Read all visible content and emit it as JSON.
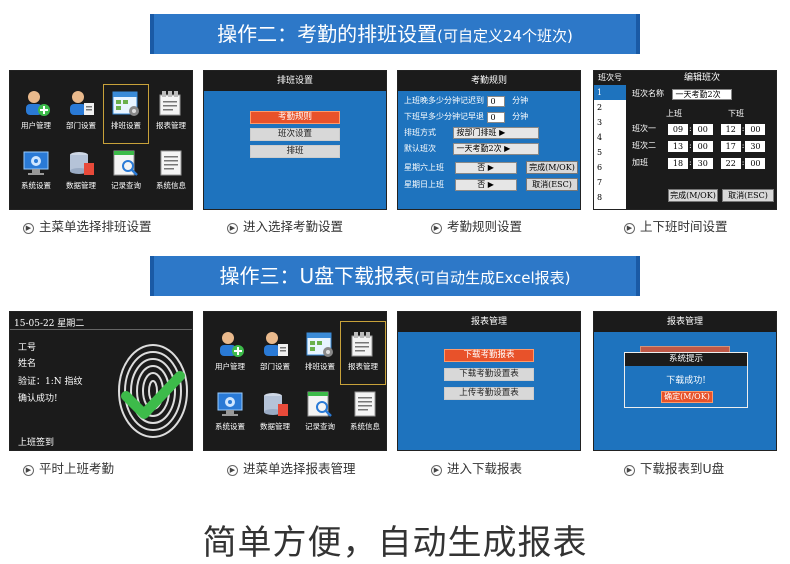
{
  "section1": {
    "title": "操作二：考勤的排班设置",
    "subtitle": "(可自定义24个班次)"
  },
  "section2": {
    "title": "操作三：U盘下载报表",
    "subtitle": "(可自动生成Excel报表)"
  },
  "main_menu": {
    "items": [
      "用户管理",
      "部门设置",
      "排班设置",
      "报表管理",
      "系统设置",
      "数据管理",
      "记录查询",
      "系统信息"
    ]
  },
  "schedule_menu": {
    "title": "排班设置",
    "items": [
      "考勤规则",
      "班次设置",
      "排班"
    ]
  },
  "attendance_rules": {
    "title": "考勤规则",
    "late_label": "上班晚多少分钟记迟到",
    "late_value": "0",
    "early_label": "下班早多少分钟记早退",
    "early_value": "0",
    "minute_unit": "分钟",
    "mode_label": "排班方式",
    "mode_value": "按部门排班",
    "default_label": "默认班次",
    "default_value": "一天考勤2次",
    "sat_label": "星期六上班",
    "sat_value": "否",
    "sun_label": "星期日上班",
    "sun_value": "否",
    "done_button": "完成(M/OK)",
    "cancel_button": "取消(ESC)"
  },
  "edit_shift": {
    "list_header": "班次号",
    "list_numbers": [
      "1",
      "2",
      "3",
      "4",
      "5",
      "6",
      "7",
      "8"
    ],
    "title": "编辑班次",
    "name_label": "班次名称",
    "name_value": "一天考勤2次",
    "on_header": "上班",
    "off_header": "下班",
    "rows": [
      {
        "label": "班次一",
        "times": [
          "09",
          "00",
          "12",
          "00"
        ]
      },
      {
        "label": "班次二",
        "times": [
          "13",
          "00",
          "17",
          "30"
        ]
      },
      {
        "label": "加班",
        "times": [
          "18",
          "30",
          "22",
          "00"
        ]
      }
    ],
    "done_button": "完成(M/OK)",
    "cancel_button": "取消(ESC)"
  },
  "clock_in": {
    "datetime": "15-05-22   星期二",
    "id_label": "工号",
    "name_label": "姓名",
    "verify_text": "验证：1:N 指纹",
    "confirm_text": "确认成功!",
    "status_text": "上班签到"
  },
  "report_menu": {
    "title": "报表管理",
    "items": [
      "下载考勤报表",
      "下载考勤设置表",
      "上传考勤设置表"
    ]
  },
  "system_prompt": {
    "title": "报表管理",
    "dialog_title": "系统提示",
    "message": "下载成功!",
    "confirm_button": "确定(M/OK)"
  },
  "captions": {
    "row1": [
      "主菜单选择排班设置",
      "进入选择考勤设置",
      "考勤规则设置",
      "上下班时间设置"
    ],
    "row2": [
      "平时上班考勤",
      "进菜单选择报表管理",
      "进入下载报表",
      "下载报表到U盘"
    ]
  },
  "footer": "简单方便，自动生成报表"
}
